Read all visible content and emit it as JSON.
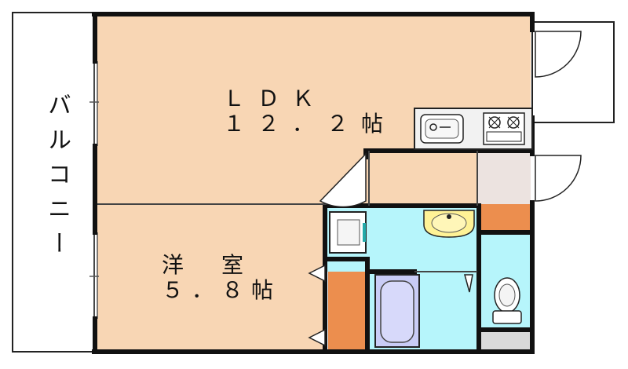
{
  "colors": {
    "ldk_floor": "#f8d6b4",
    "wall": "#111111",
    "wet_area": "#b6f5fb",
    "storage": "#ec8e4e",
    "shoebox": "#ece3e0",
    "sink_yellow": "#fff296",
    "bathtub": "#c9ccf6",
    "kitchen_counter": "#f2f2f2"
  },
  "rooms": {
    "ldk": {
      "name": "ＬＤＫ",
      "size": "１２．２帖"
    },
    "western": {
      "name": "洋　室",
      "size": "５．８帖"
    },
    "balcony": {
      "name": "バルコニー"
    }
  },
  "icons": [
    "kitchen-sink-icon",
    "gas-stove-icon",
    "washing-machine-icon",
    "washbasin-icon",
    "bathtub-icon",
    "toilet-icon"
  ]
}
